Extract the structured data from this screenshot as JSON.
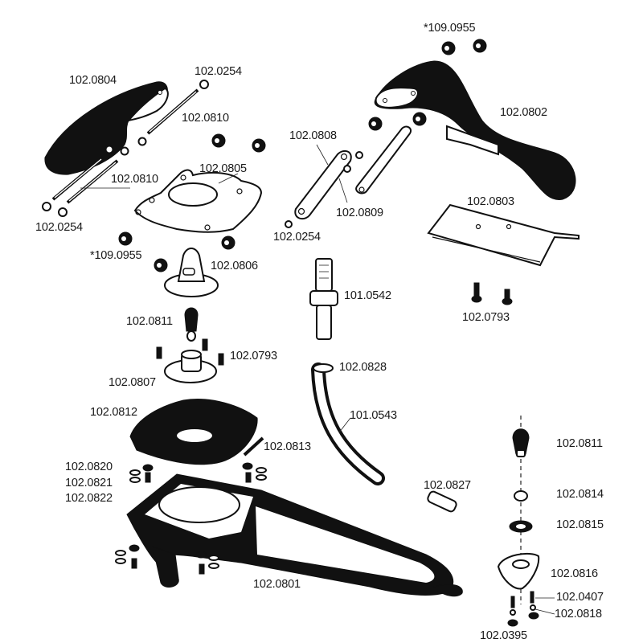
{
  "diagram": {
    "type": "exploded-parts-diagram",
    "labels": {
      "p109_0955_top": "*109.0955",
      "p102_0804": "102.0804",
      "p102_0254_top": "102.0254",
      "p102_0810_top": "102.0810",
      "p102_0810_mid": "102.0810",
      "p102_0805": "102.0805",
      "p102_0254_left": "102.0254",
      "p109_0955_left": "*109.0955",
      "p102_0806": "102.0806",
      "p102_0808": "102.0808",
      "p102_0809": "102.0809",
      "p102_0254_mid": "102.0254",
      "p101_0542": "101.0542",
      "p102_0802": "102.0802",
      "p102_0803": "102.0803",
      "p102_0793_right": "102.0793",
      "p102_0811_left": "102.0811",
      "p102_0793_left": "102.0793",
      "p102_0807": "102.0807",
      "p102_0828": "102.0828",
      "p101_0543": "101.0543",
      "p102_0812": "102.0812",
      "p102_0813": "102.0813",
      "p102_0820": "102.0820",
      "p102_0821": "102.0821",
      "p102_0822": "102.0822",
      "p102_0827": "102.0827",
      "p102_0801": "102.0801",
      "p102_0811_right": "102.0811",
      "p102_0814": "102.0814",
      "p102_0815": "102.0815",
      "p102_0816": "102.0816",
      "p102_0407": "102.0407",
      "p102_0818": "102.0818",
      "p102_0395": "102.0395"
    }
  }
}
